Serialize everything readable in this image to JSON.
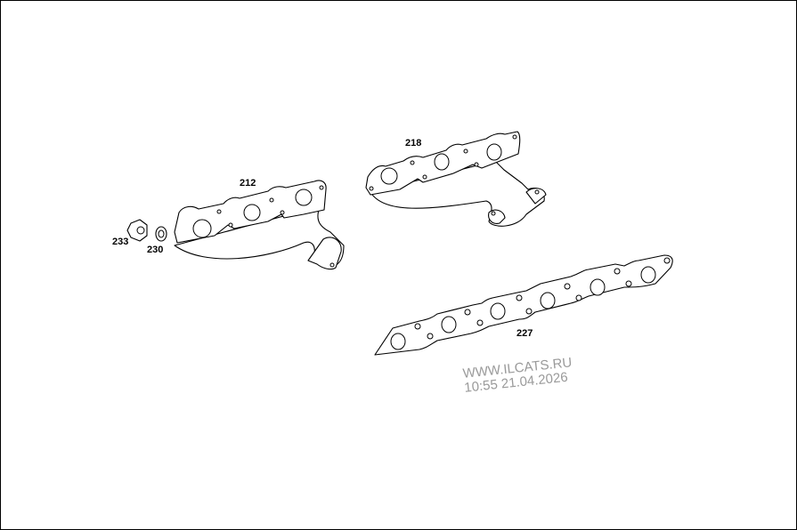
{
  "parts": [
    {
      "number": "212"
    },
    {
      "number": "218"
    },
    {
      "number": "227"
    },
    {
      "number": "230"
    },
    {
      "number": "233"
    }
  ],
  "watermark": {
    "site": "WWW.ILCATS.RU",
    "timestamp": "10:55 21.04.2026"
  }
}
